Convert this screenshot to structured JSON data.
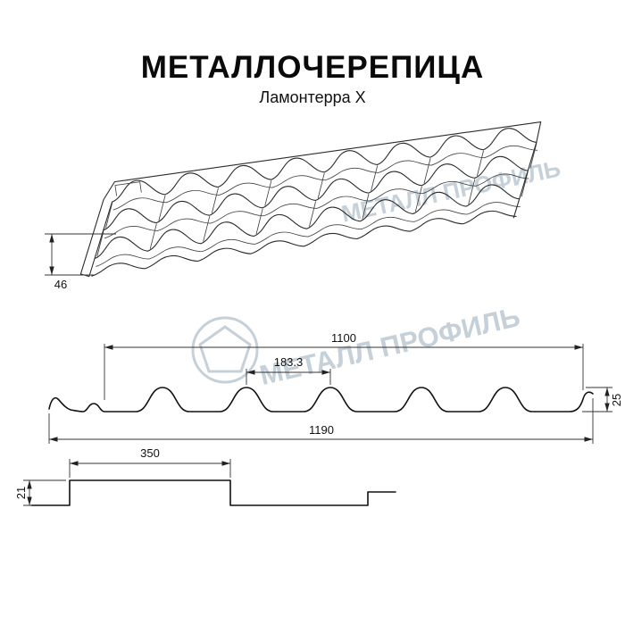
{
  "header": {
    "title": "МЕТАЛЛОЧЕРЕПИЦА",
    "subtitle": "Ламонтерра X"
  },
  "watermark": {
    "brand": "МЕТАЛЛ ПРОФИЛЬ",
    "color": "#b7c5d0"
  },
  "colors": {
    "background": "#ffffff",
    "line": "#222222"
  },
  "diagram": {
    "perspective_view": {
      "step_height": "46"
    },
    "cross_section": {
      "cover_width": "1100",
      "wave_pitch": "183.3",
      "profile_height": "25",
      "overall_width": "1190"
    },
    "side_step_view": {
      "step_length": "350",
      "step_height": "21"
    }
  }
}
